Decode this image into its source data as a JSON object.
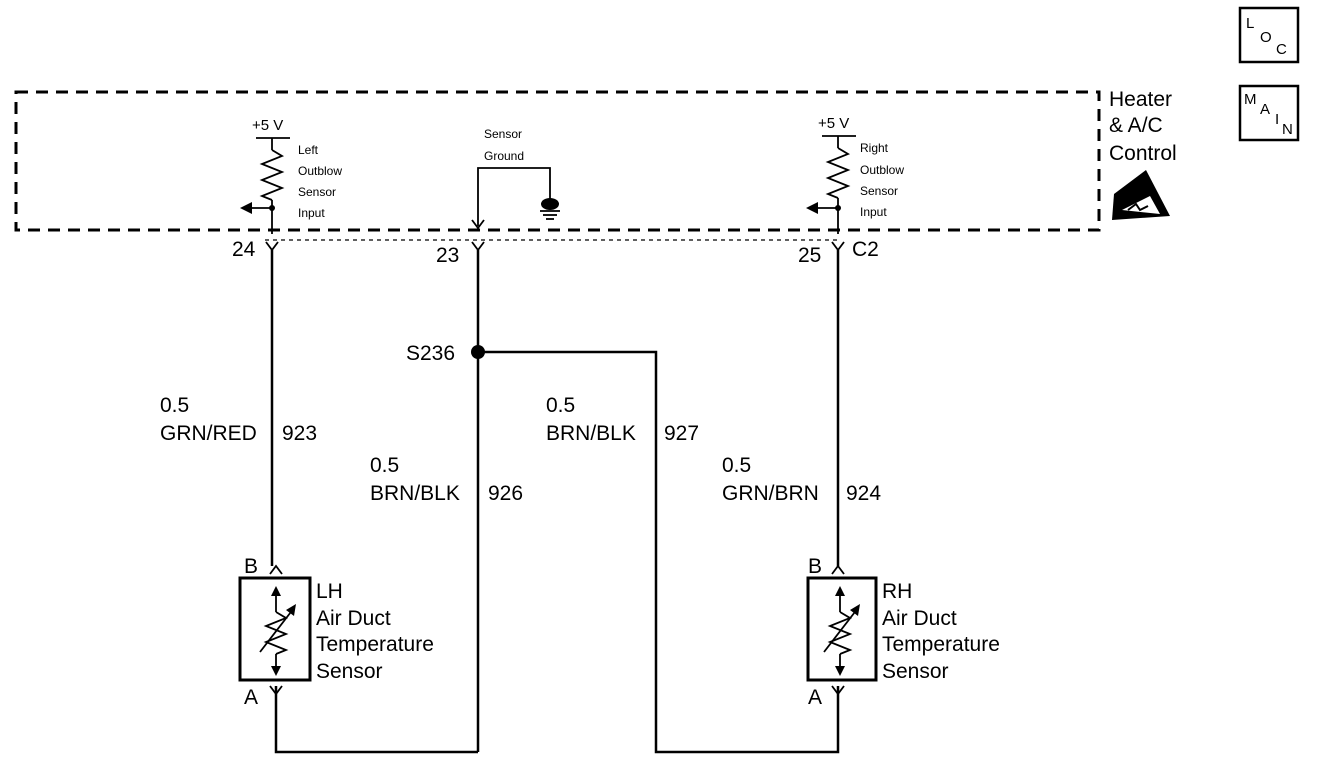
{
  "badges": {
    "loc": [
      "L",
      "O",
      "C"
    ],
    "main": [
      "M",
      "A",
      "I",
      "N"
    ]
  },
  "module": {
    "name_lines": [
      "Heater",
      "& A/C",
      "Control"
    ],
    "connector": "C2",
    "left_input": {
      "voltage": "+5 V",
      "label_lines": [
        "Left",
        "Outblow",
        "Sensor",
        "Input"
      ],
      "pin": "24"
    },
    "ground": {
      "label_lines": [
        "Sensor",
        "Ground"
      ],
      "pin": "23"
    },
    "right_input": {
      "voltage": "+5 V",
      "label_lines": [
        "Right",
        "Outblow",
        "Sensor",
        "Input"
      ],
      "pin": "25"
    }
  },
  "splice": "S236",
  "wires": [
    {
      "id": "w923",
      "gauge": "0.5",
      "color": "GRN/RED",
      "circuit": "923"
    },
    {
      "id": "w926",
      "gauge": "0.5",
      "color": "BRN/BLK",
      "circuit": "926"
    },
    {
      "id": "w927",
      "gauge": "0.5",
      "color": "BRN/BLK",
      "circuit": "927"
    },
    {
      "id": "w924",
      "gauge": "0.5",
      "color": "GRN/BRN",
      "circuit": "924"
    }
  ],
  "sensors": [
    {
      "id": "lh",
      "pin_top": "B",
      "pin_bottom": "A",
      "label_lines": [
        "LH",
        "Air Duct",
        "Temperature",
        "Sensor"
      ]
    },
    {
      "id": "rh",
      "pin_top": "B",
      "pin_bottom": "A",
      "label_lines": [
        "RH",
        "Air Duct",
        "Temperature",
        "Sensor"
      ]
    }
  ]
}
